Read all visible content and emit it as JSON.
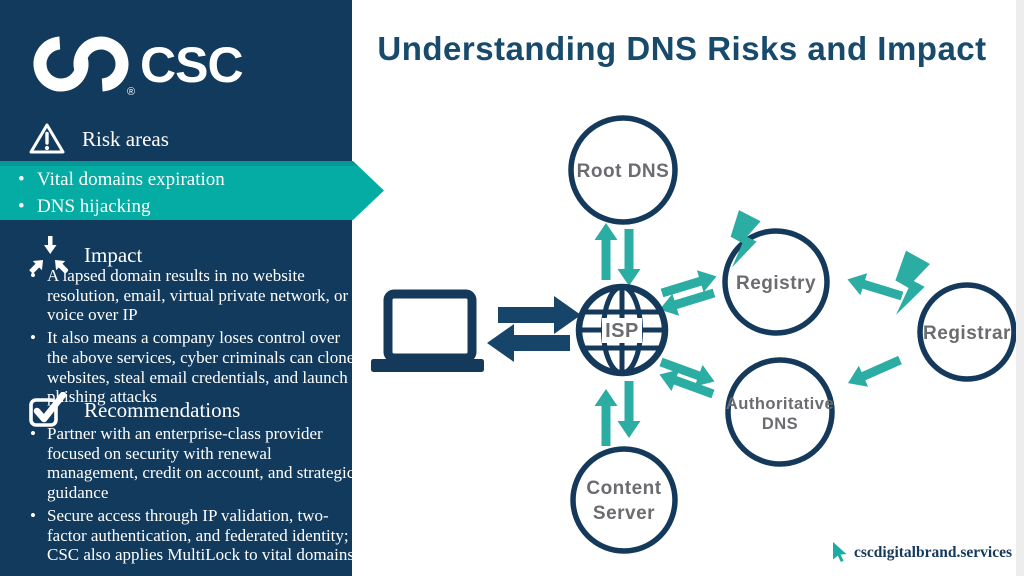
{
  "colors": {
    "sidebar_navy": "#113a5c",
    "diagram_navy": "#15395b",
    "title_navy": "#174a6b",
    "banner_teal": "#05aca4",
    "arrow_teal": "#2bada4",
    "label_gray": "#6a6c6f"
  },
  "logo": {
    "wordmark": "CSC",
    "registered": "®"
  },
  "sidebar": {
    "risk": {
      "heading": "Risk areas",
      "bullets": [
        "Vital domains expiration",
        "DNS hijacking"
      ]
    },
    "impact": {
      "heading": "Impact",
      "bullets": [
        "A lapsed domain results in no website resolution, email, virtual private network, or voice over IP",
        "It also means a company loses control over the above services, cyber criminals can clone websites, steal email credentials, and launch phishing attacks"
      ]
    },
    "recommendations": {
      "heading": "Recommendations",
      "bullets": [
        "Partner with an enterprise-class provider focused on security with renewal management, credit on account, and strategic guidance",
        "Secure access through IP validation, two-factor authentication, and federated identity; CSC also applies MultiLock to vital domains"
      ]
    }
  },
  "main": {
    "title": "Understanding DNS Risks and Impact",
    "footer_link": "cscdigitalbrand.services"
  },
  "diagram": {
    "nodes": {
      "root_dns": "Root DNS",
      "isp": "ISP",
      "registry": "Registry",
      "registrar": "Registrar",
      "authoritative_1": "Authoritative",
      "authoritative_2": "DNS",
      "content_1": "Content",
      "content_2": "Server"
    }
  }
}
